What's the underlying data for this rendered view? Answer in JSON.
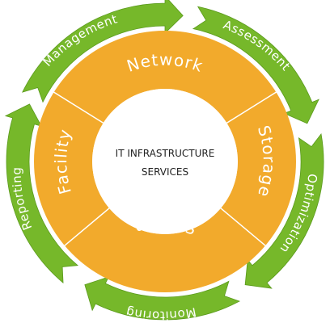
{
  "center": {
    "line1": "IT INFRASTRUCTURE",
    "line2": "SERVICES"
  },
  "inner_ring": [
    {
      "label": "Network"
    },
    {
      "label": "Storage"
    },
    {
      "label": "System"
    },
    {
      "label": "Facility"
    }
  ],
  "outer_cycle": [
    {
      "label": "Assessment"
    },
    {
      "label": "Optimization"
    },
    {
      "label": "Monitoring"
    },
    {
      "label": "Reporting"
    },
    {
      "label": "Management"
    }
  ],
  "colors": {
    "ring": "#f2aa2c",
    "ring_divider": "#ffffff",
    "arrow": "#76b82a",
    "arrow_dark": "#5a9a1c",
    "center_fill": "#ffffff",
    "center_text": "#222222"
  }
}
